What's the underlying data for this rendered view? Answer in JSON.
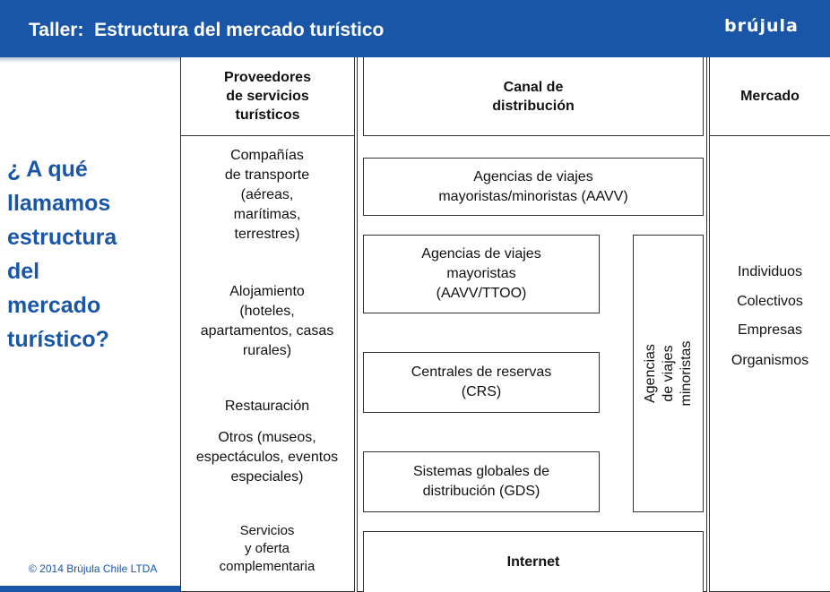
{
  "header": {
    "title": "Taller:  Estructura del mercado turístico",
    "logo": "brújula"
  },
  "question": [
    "¿ A qué",
    "llamamos",
    "estructura",
    "del",
    "mercado",
    "turístico?"
  ],
  "footer": {
    "copyright": "© 2014 Brújula Chile LTDA"
  },
  "colors": {
    "brand_blue": "#1a56a8",
    "white": "#ffffff",
    "border": "#333333"
  },
  "diagram": {
    "headers": {
      "providers": "Proveedores\nde servicios\nturísticos",
      "channel": "Canal de\ndistribución",
      "market": "Mercado"
    },
    "providers": [
      "Compañías\nde transporte\n(aéreas,\nmarítimas,\nterrestres)",
      "Alojamiento\n(hoteles,\napartamentos, casas\nrurales)",
      "Restauración",
      "Otros (museos,\nespectáculos, eventos\nespeciales)",
      "Servicios\ny oferta\ncomplementaria"
    ],
    "channels": {
      "aavv": "Agencias de viajes\nmayoristas/minoristas (AAVV)",
      "ttoo": "Agencias de viajes\nmayoristas\n(AAVV/TTOO)",
      "crs": "Centrales de reservas\n(CRS)",
      "gds": "Sistemas globales de\ndistribución (GDS)",
      "internet": "Internet",
      "retail_vertical": "Agencias de viajes\nminoristas"
    },
    "market": [
      "Individuos",
      "Colectivos",
      "Empresas",
      "Organismos"
    ]
  }
}
